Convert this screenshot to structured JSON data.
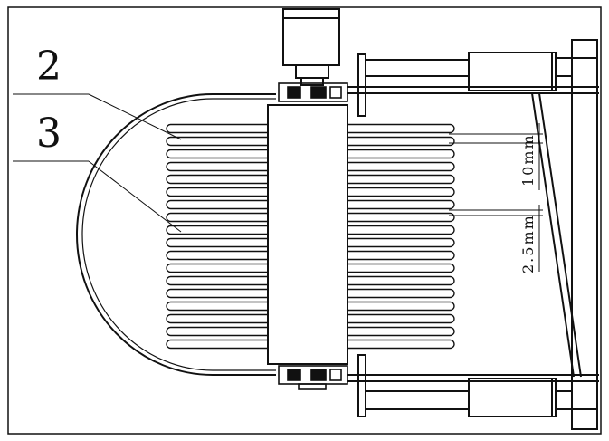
{
  "labels": {
    "part_2": "2",
    "part_3": "3",
    "dim_pitch": "10mm",
    "dim_gap": "2.5mm"
  },
  "colors": {
    "line": "#111111",
    "background": "#ffffff"
  },
  "fins": {
    "count": 18
  }
}
